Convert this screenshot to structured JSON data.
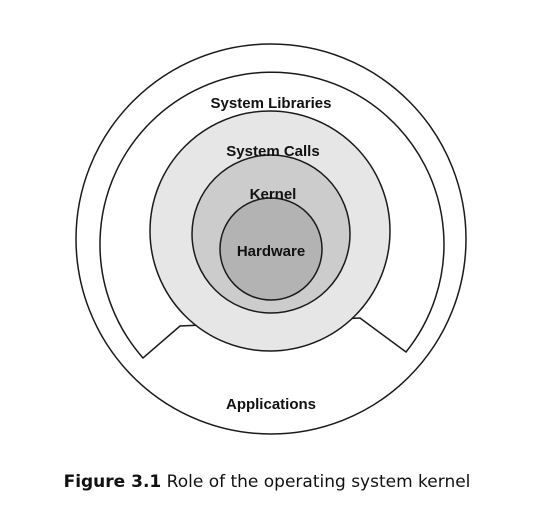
{
  "diagram": {
    "layers": {
      "applications": "Applications",
      "system_libraries": "System Libraries",
      "system_calls": "System Calls",
      "kernel": "Kernel",
      "hardware": "Hardware"
    },
    "colors": {
      "outline": "#1a1a1a",
      "background": "#ffffff",
      "system_calls_fill": "#e6e6e6",
      "kernel_fill": "#cccccc",
      "hardware_fill": "#b3b3b3"
    }
  },
  "caption": {
    "figure_number": "Figure 3.1",
    "text": "Role of the operating system kernel"
  }
}
